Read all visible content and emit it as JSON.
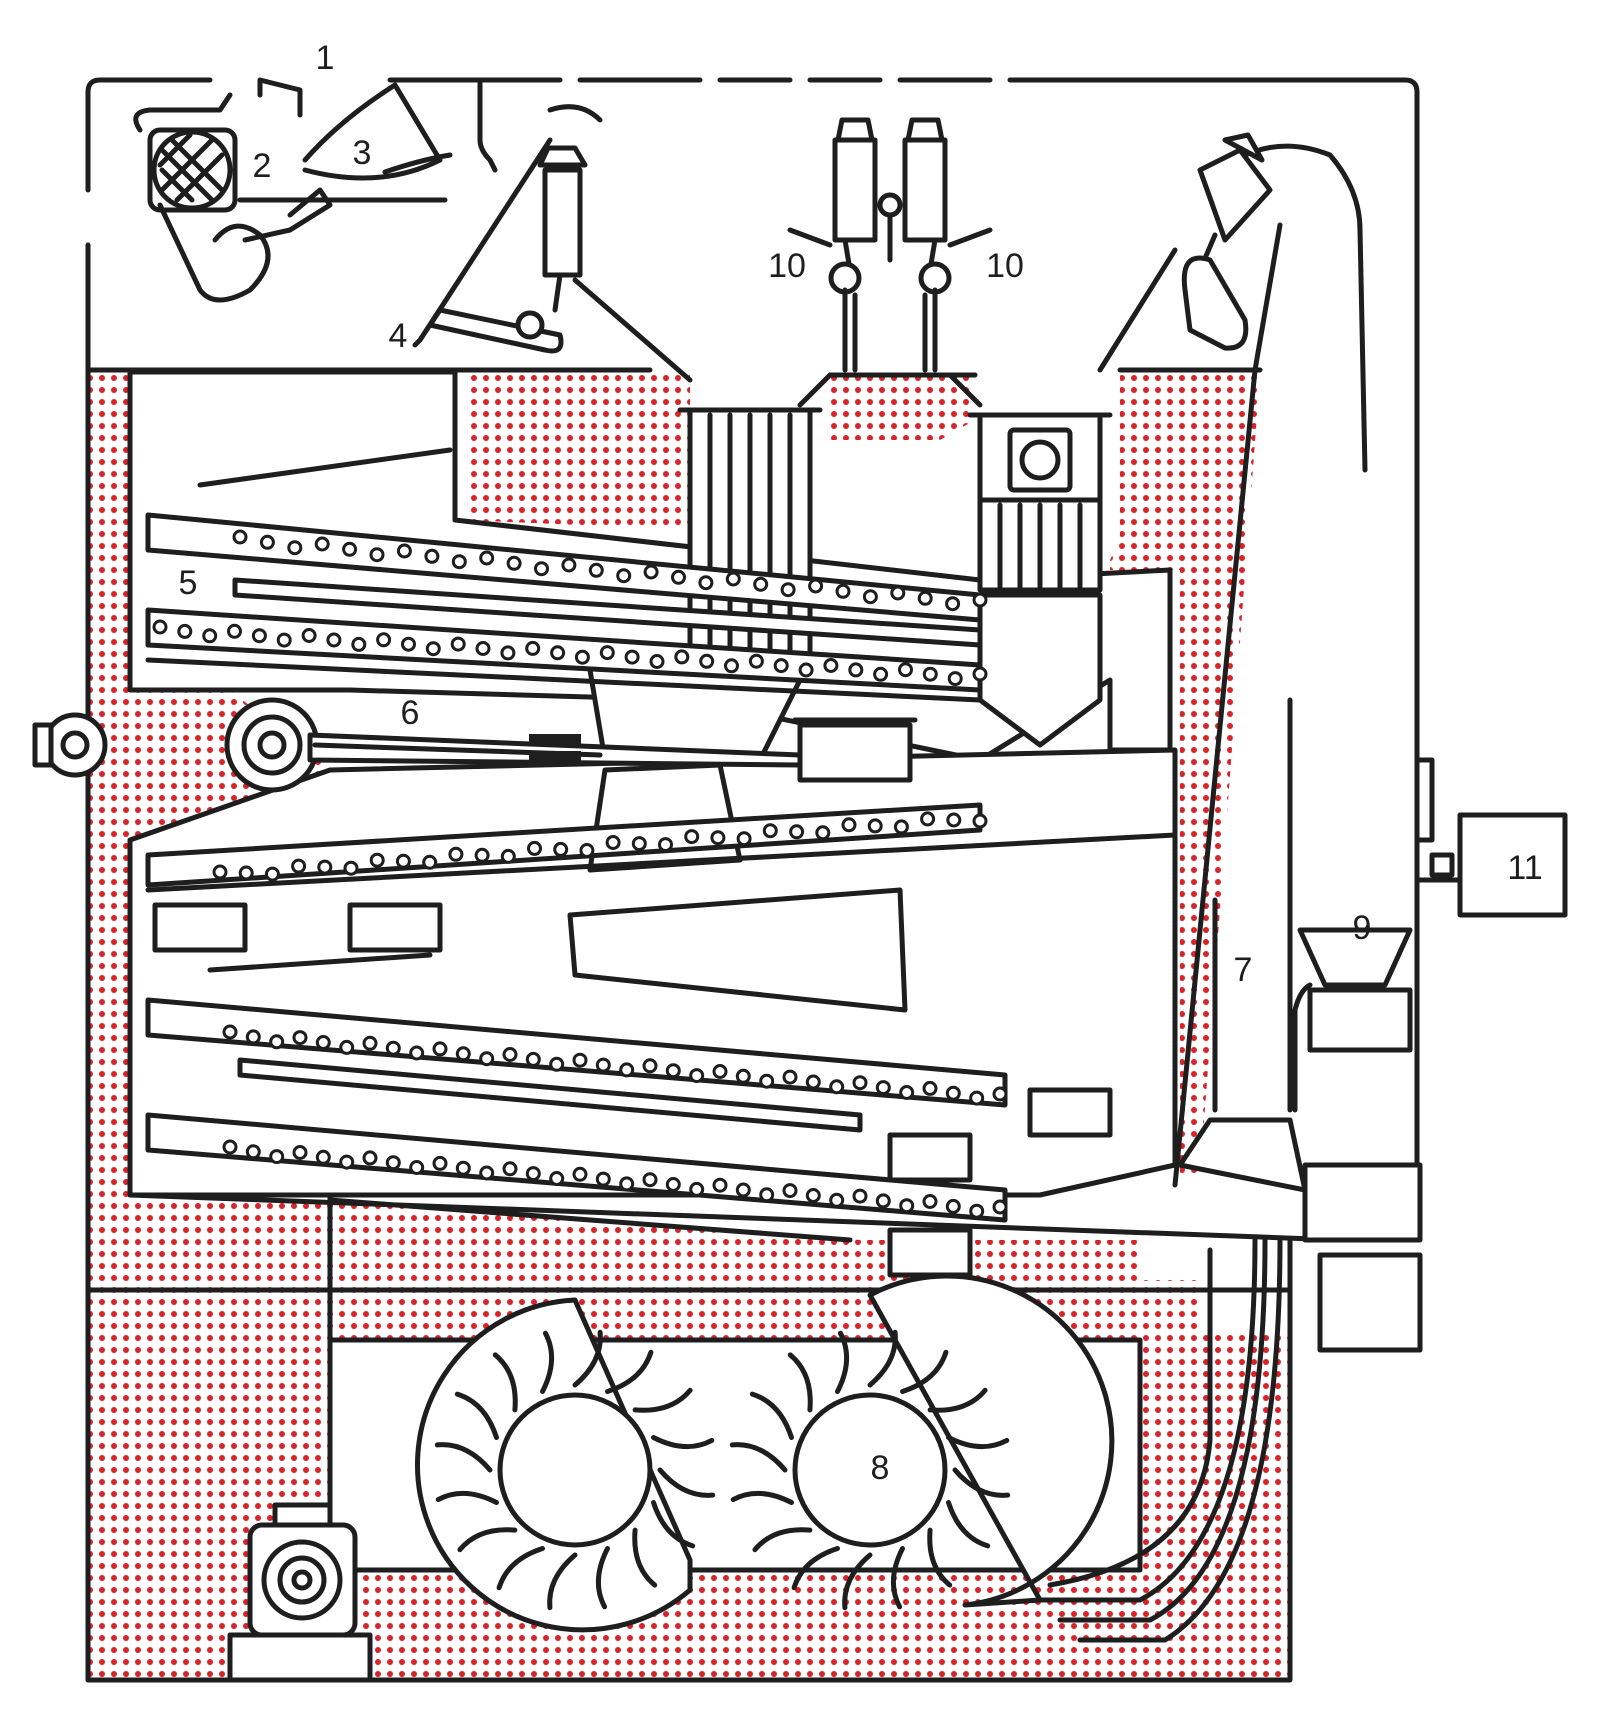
{
  "labels": {
    "l1": "1",
    "l2": "2",
    "l3": "3",
    "l4": "4",
    "l5": "5",
    "l6": "6",
    "l7": "7",
    "l8": "8",
    "l9": "9",
    "l10a": "10",
    "l10b": "10",
    "l11": "11"
  },
  "colors": {
    "outline": "#1e1e1e",
    "dots": "#d8232a",
    "background": "#ffffff"
  }
}
